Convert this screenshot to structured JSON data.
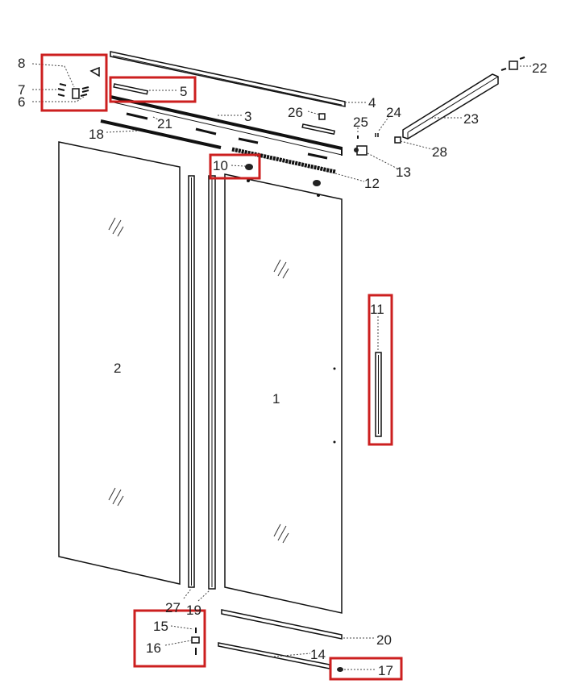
{
  "diagram": {
    "type": "exploded parts diagram",
    "highlight_color": "#cc1f1f",
    "labels": {
      "p1": "1",
      "p2": "2",
      "p3": "3",
      "p4": "4",
      "p5": "5",
      "p6": "6",
      "p7": "7",
      "p8": "8",
      "p10": "10",
      "p11": "11",
      "p12": "12",
      "p13": "13",
      "p14": "14",
      "p15": "15",
      "p16": "16",
      "p17": "17",
      "p18": "18",
      "p19": "19",
      "p20": "20",
      "p21": "21",
      "p22": "22",
      "p23": "23",
      "p24": "24",
      "p25": "25",
      "p26": "26",
      "p27": "27",
      "p28": "28"
    },
    "highlighted_parts": [
      "5",
      "6",
      "7",
      "8",
      "10",
      "11",
      "15",
      "16",
      "17"
    ]
  }
}
